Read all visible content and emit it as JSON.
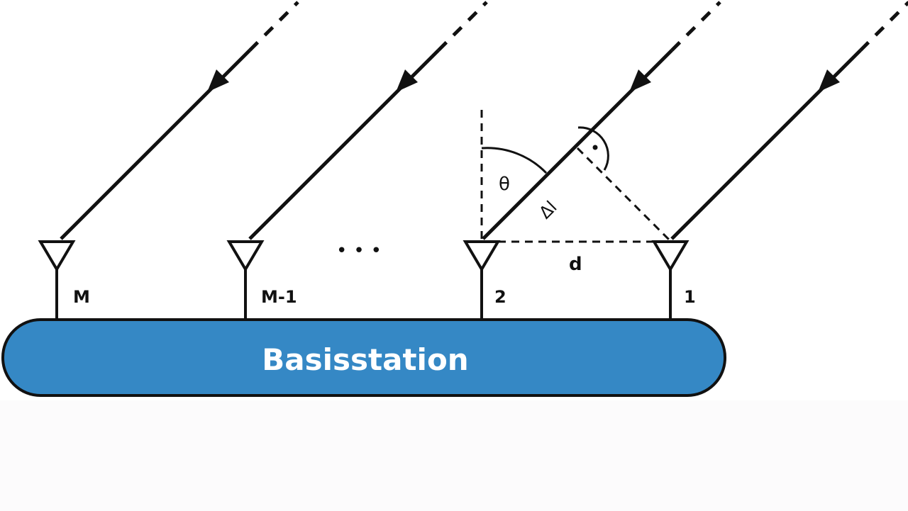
{
  "base_station": {
    "label": "Basisstation",
    "fill_color": "#3588c5",
    "outline_color": "#111111"
  },
  "antennas": [
    {
      "label": "M"
    },
    {
      "label": "M-1"
    },
    {
      "label": "2"
    },
    {
      "label": "1"
    }
  ],
  "ellipsis": "•••",
  "geometry_labels": {
    "angle": "θ",
    "path_difference": "Δl",
    "spacing": "d",
    "right_angle_mark": "·"
  },
  "line_color": "#111111"
}
